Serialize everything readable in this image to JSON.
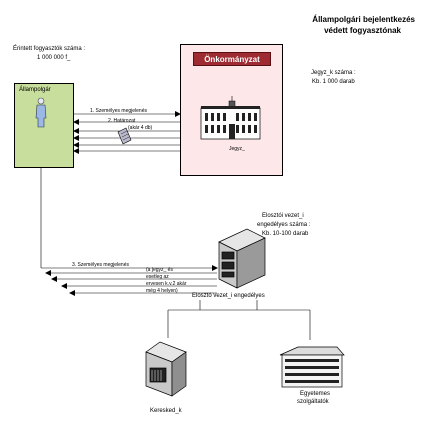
{
  "title": {
    "line1": "Állampolgári bejelentkezés",
    "line2": "védett fogyasztónak"
  },
  "affected": {
    "label": "Érintett fogyasztók száma   :",
    "value": "1 000 000   f_"
  },
  "citizen": {
    "label": "Állampolgár"
  },
  "municipality": {
    "title": "Önkormányzat",
    "building_label": "Jegyz_"
  },
  "notary": {
    "label": "Jegyz_k száma   :",
    "value": "Kb.  1 000  darab"
  },
  "flows": {
    "step1": "1. Személyes megjelenés",
    "step2": "2. Határozat",
    "step2_note": "(akár 4 db)",
    "step3": "3. Személyes megjelenés",
    "note_lines": [
      "(a jegyz_ és",
      "esetleg az",
      "ervesen  k.v.2 akár",
      "még 4 helyen)"
    ]
  },
  "distributor": {
    "count_line1": "Elosztói vezet_i",
    "count_line2": "engedélyes száma   :",
    "count_line3": "Kb.  10-100  darab",
    "label": "Elosztó vezet_i engedélyes"
  },
  "trader": {
    "label": "Keresked_k"
  },
  "utility": {
    "label_line1": "Egyetemes",
    "label_line2": "szolgáltatók"
  },
  "colors": {
    "citizen_fill": "#c7de9c",
    "municipality_fill": "#fde7e8",
    "municipality_title": "#9e2b32"
  }
}
